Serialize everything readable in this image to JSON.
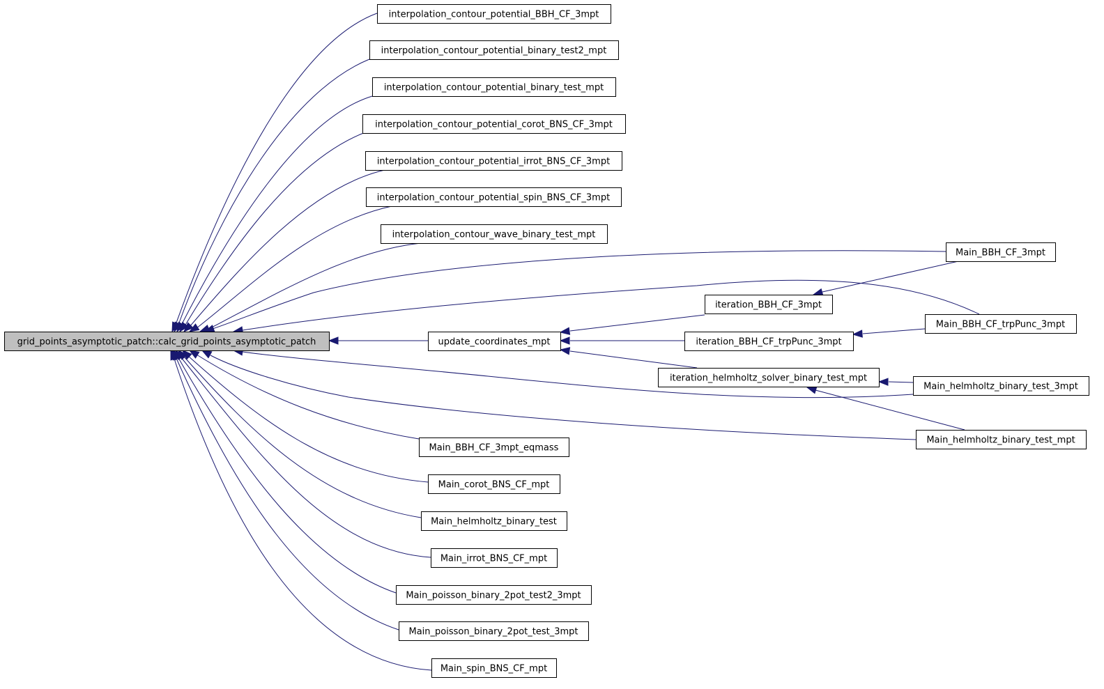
{
  "nodes": {
    "root": "grid_points_asymptotic_patch::calc_grid_points_asymptotic_patch",
    "icp_bbh": "interpolation_contour_potential_BBH_CF_3mpt",
    "icp_bin2": "interpolation_contour_potential_binary_test2_mpt",
    "icp_bin": "interpolation_contour_potential_binary_test_mpt",
    "icp_corot": "interpolation_contour_potential_corot_BNS_CF_3mpt",
    "icp_irrot": "interpolation_contour_potential_irrot_BNS_CF_3mpt",
    "icp_spin": "interpolation_contour_potential_spin_BNS_CF_3mpt",
    "icw_bin": "interpolation_contour_wave_binary_test_mpt",
    "update": "update_coordinates_mpt",
    "main_bbh_eq": "Main_BBH_CF_3mpt_eqmass",
    "main_corot": "Main_corot_BNS_CF_mpt",
    "main_helm": "Main_helmholtz_binary_test",
    "main_irrot": "Main_irrot_BNS_CF_mpt",
    "main_pois2": "Main_poisson_binary_2pot_test2_3mpt",
    "main_pois": "Main_poisson_binary_2pot_test_3mpt",
    "main_spin": "Main_spin_BNS_CF_mpt",
    "iter_bbh": "iteration_BBH_CF_3mpt",
    "iter_trp": "iteration_BBH_CF_trpPunc_3mpt",
    "iter_helm": "iteration_helmholtz_solver_binary_test_mpt",
    "main_bbh": "Main_BBH_CF_3mpt",
    "main_trp": "Main_BBH_CF_trpPunc_3mpt",
    "main_helm3": "Main_helmholtz_binary_test_3mpt",
    "main_helmm": "Main_helmholtz_binary_test_mpt"
  },
  "edges": [
    [
      "icp_bbh",
      "root"
    ],
    [
      "icp_bin2",
      "root"
    ],
    [
      "icp_bin",
      "root"
    ],
    [
      "icp_corot",
      "root"
    ],
    [
      "icp_irrot",
      "root"
    ],
    [
      "icp_spin",
      "root"
    ],
    [
      "icw_bin",
      "root"
    ],
    [
      "main_bbh",
      "root"
    ],
    [
      "main_trp",
      "root"
    ],
    [
      "update",
      "root"
    ],
    [
      "main_helm3",
      "root"
    ],
    [
      "main_helmm",
      "root"
    ],
    [
      "main_bbh_eq",
      "root"
    ],
    [
      "main_corot",
      "root"
    ],
    [
      "main_helm",
      "root"
    ],
    [
      "main_irrot",
      "root"
    ],
    [
      "main_pois2",
      "root"
    ],
    [
      "main_pois",
      "root"
    ],
    [
      "main_spin",
      "root"
    ],
    [
      "iter_bbh",
      "update"
    ],
    [
      "iter_trp",
      "update"
    ],
    [
      "iter_helm",
      "update"
    ],
    [
      "main_bbh",
      "iter_bbh"
    ],
    [
      "main_trp",
      "iter_trp"
    ],
    [
      "main_helm3",
      "iter_helm"
    ],
    [
      "main_helmm",
      "iter_helm"
    ]
  ],
  "colors": {
    "edge": "#191970",
    "root_fill": "#bfbfbf",
    "node_fill": "#ffffff",
    "node_border": "#000000"
  }
}
